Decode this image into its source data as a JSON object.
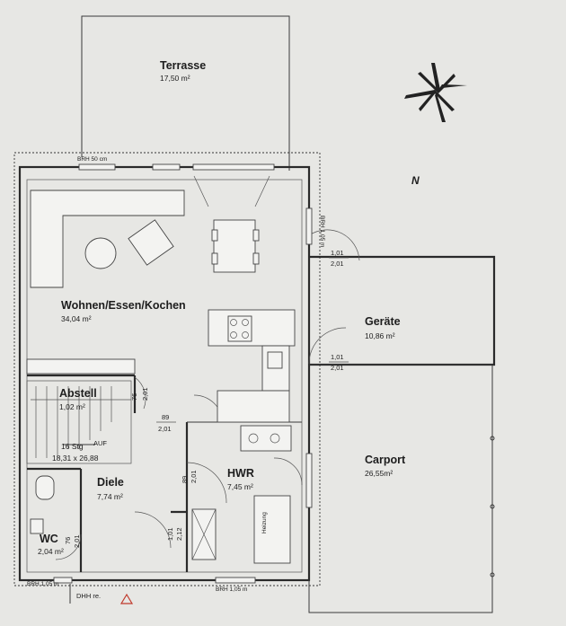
{
  "rooms": {
    "terrasse": {
      "name": "Terrasse",
      "area": "17,50 m²"
    },
    "wohnen": {
      "name": "Wohnen/Essen/Kochen",
      "area": "34,04 m²"
    },
    "abstell": {
      "name": "Abstell",
      "area": "1,02 m²"
    },
    "diele": {
      "name": "Diele",
      "area": "7,74 m²"
    },
    "wc": {
      "name": "WC",
      "area": "2,04 m²"
    },
    "hwr": {
      "name": "HWR",
      "area": "7,45 m²"
    },
    "geraete": {
      "name": "Geräte",
      "area": "10,86 m²"
    },
    "carport": {
      "name": "Carport",
      "area": "26,55m²"
    }
  },
  "stair": {
    "steps": "16 Stg",
    "size": "18,31 x 26,88",
    "dir": "AUF"
  },
  "labels": {
    "brh_top": "BRH 50 cm",
    "brh_bottom_left": "BRH 1,05 m",
    "brh_bottom_right": "BRH 1,05 m",
    "dhh": "DHH re.",
    "heizung": "Heizung",
    "compass": "N",
    "side_window": "BRH 1,05 m"
  },
  "dims": {
    "d1_top": "1,01",
    "d1_bot": "2,01",
    "d2_top": "1,01",
    "d2_bot": "2,01",
    "abstell_door": "76",
    "abstell_door_h": "2,01",
    "diele_top": "89",
    "diele_bot": "2,01",
    "hwr_door": "89",
    "hwr_door_h": "2,01",
    "wc_door": "76",
    "wc_door_h": "2,01",
    "hwr_inner": "1,01",
    "hwr_inner_h": "2,12"
  },
  "colors": {
    "paper": "#e7e7e4",
    "line": "#2a2a2a",
    "accent": "#c0392b"
  }
}
